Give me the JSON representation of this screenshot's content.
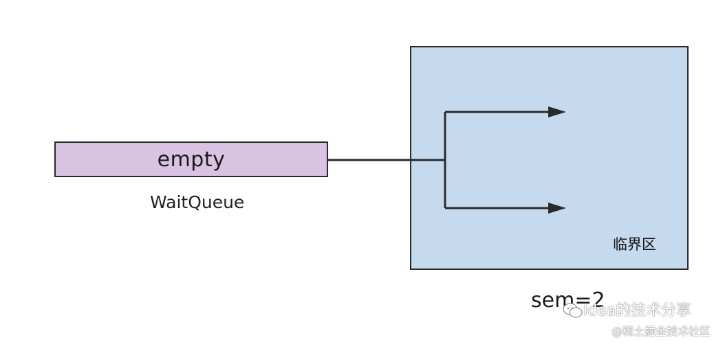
{
  "queue": {
    "content": "empty",
    "label": "WaitQueue"
  },
  "critical_section": {
    "label": "临界区"
  },
  "semaphore": {
    "label": "sem=2"
  },
  "watermark": {
    "line1": "idea的技术分享",
    "line2": "@稀土掘金技术社区",
    "icon": "wechat-icon"
  },
  "colors": {
    "queue_fill": "#d9c3e3",
    "critical_fill": "#c6daee",
    "stroke": "#2a2a2a"
  }
}
